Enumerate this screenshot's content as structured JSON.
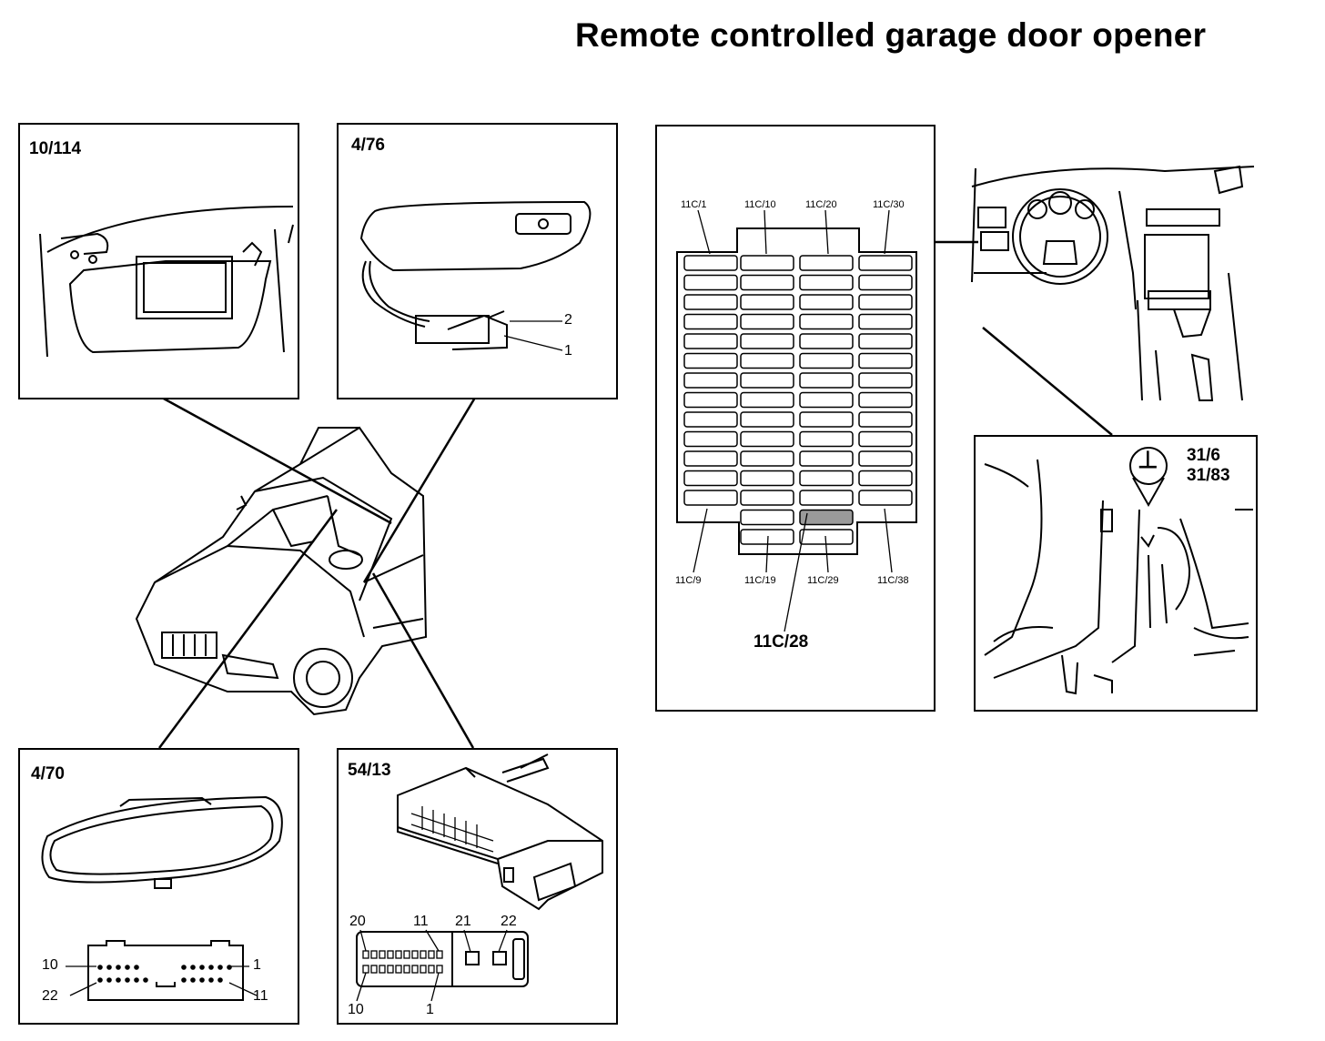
{
  "title": "Remote controlled garage door opener",
  "panels": {
    "visor_left": {
      "label": "10/114"
    },
    "visor_right": {
      "label": "4/76",
      "callouts": [
        "2",
        "1"
      ]
    },
    "mirror": {
      "label": "4/70",
      "pins": [
        "10",
        "1",
        "22",
        "11"
      ]
    },
    "connector": {
      "label": "54/13",
      "pins": [
        "20",
        "11",
        "21",
        "22",
        "10",
        "1"
      ]
    },
    "fusebox": {
      "top_labels": [
        "11C/1",
        "11C/10",
        "11C/20",
        "11C/30"
      ],
      "bottom_labels": [
        "11C/9",
        "11C/19",
        "11C/29",
        "11C/38"
      ],
      "highlight_label": "11C/28"
    },
    "ground": {
      "labels": [
        "31/6",
        "31/83"
      ],
      "ground_symbol": "⊥"
    }
  }
}
